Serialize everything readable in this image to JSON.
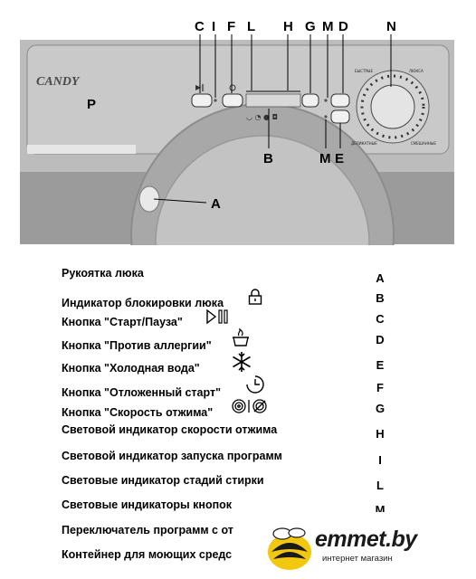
{
  "diagram": {
    "brand": "CANDY",
    "top_labels": [
      "C",
      "I",
      "F",
      "L",
      "H",
      "G",
      "M",
      "D",
      "N"
    ],
    "side_labels": {
      "p": "P",
      "a": "A",
      "b": "B",
      "m": "M",
      "e": "E"
    },
    "dial_marks": {
      "top_left": "БЫСТРЫЕ",
      "top_right": "ЛЮКСА",
      "bottom_left": "ДЕЛИКАТНЫЕ",
      "bottom_right": "СМЕШАННЫЕ"
    }
  },
  "legend": [
    {
      "text": "Рукоятка люка",
      "code": "A",
      "icon": "none"
    },
    {
      "text": "Индикатор блокировки люка",
      "code": "B",
      "icon": "lock-icon"
    },
    {
      "text": "Кнопка \"Старт/Пауза\"",
      "code": "C",
      "icon": "play-pause-icon"
    },
    {
      "text": "Кнопка \"Против аллергии\"",
      "code": "D",
      "icon": "anti-allergy-icon"
    },
    {
      "text": "Кнопка \"Холодная вода\"",
      "code": "E",
      "icon": "snowflake-icon"
    },
    {
      "text": "Кнопка \"Отложенный старт\"",
      "code": "F",
      "icon": "delay-clock-icon"
    },
    {
      "text": "Кнопка \"Скорость отжима\"",
      "code": "G",
      "icon": "spin-speed-icon"
    },
    {
      "text": "Световой индикатор скорости отжима",
      "code": "H",
      "icon": "none"
    },
    {
      "text": "Световой индикатор запуска программ",
      "code": "I",
      "icon": "none"
    },
    {
      "text": "Световые индикатор стадий стирки",
      "code": "L",
      "icon": "none"
    },
    {
      "text": "Световые индикаторы кнопок",
      "code": "M",
      "icon": "none"
    },
    {
      "text": "Переключатель программ с от",
      "code": "N",
      "icon": "none"
    },
    {
      "text": "Контейнер для моющих средс",
      "code": "P",
      "icon": "none"
    }
  ],
  "logo": {
    "name": "emmet.by",
    "subtitle": "интернет магазин"
  }
}
